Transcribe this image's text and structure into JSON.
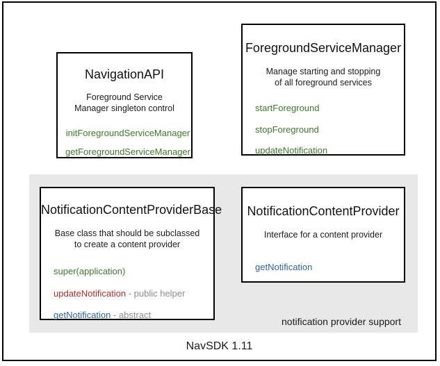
{
  "diagram": {
    "frame_label": "NavSDK 1.11",
    "group_panel_label": "notification provider support",
    "colors": {
      "green": "#3c7a2c",
      "red": "#b5302a",
      "blue": "#2f62a8",
      "note_gray": "#8b8b8b",
      "panel_gray": "#e8e8e8",
      "border_black": "#000000",
      "box_white": "#ffffff"
    },
    "boxes": [
      {
        "id": "navigation-api",
        "title": "NavigationAPI",
        "description": "Foreground Service\nManager singleton control",
        "members": [
          {
            "name": "initForegroundServiceManager",
            "color": "green",
            "note": ""
          },
          {
            "name": "getForegroundServiceManager",
            "color": "green",
            "note": ""
          }
        ]
      },
      {
        "id": "foreground-service-manager",
        "title": "ForegroundServiceManager",
        "description": "Manage starting and stopping\nof all foreground services",
        "members": [
          {
            "name": "startForeground",
            "color": "green",
            "note": ""
          },
          {
            "name": "stopForeground",
            "color": "green",
            "note": ""
          },
          {
            "name": "updateNotification",
            "color": "green",
            "note": ""
          }
        ]
      },
      {
        "id": "notification-content-provider-base",
        "title": "NotificationContentProviderBase",
        "description": "Base class that should be subclassed\nto create a content provider",
        "members": [
          {
            "name": "super(application)",
            "color": "green",
            "note": ""
          },
          {
            "name": "updateNotification",
            "color": "red",
            "note": " - public helper"
          },
          {
            "name": "getNotification",
            "color": "blue",
            "note": " - abstract"
          }
        ]
      },
      {
        "id": "notification-content-provider",
        "title": "NotificationContentProvider",
        "description": "Interface for a content provider",
        "members": [
          {
            "name": "getNotification",
            "color": "blue",
            "note": ""
          }
        ]
      }
    ]
  }
}
